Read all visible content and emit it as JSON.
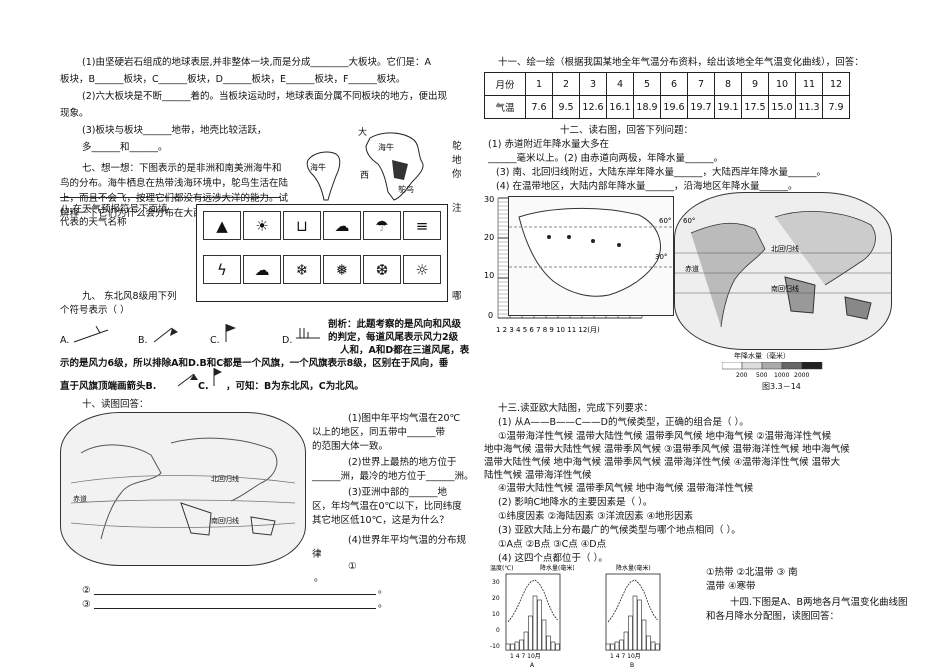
{
  "left": {
    "q6_1a": "(1)由坚硬岩石组成的地球表层,并非整体一块,而是分成________大板块。它们是：A",
    "q6_1b": "板块，B______板块，C______板块，D______板块，E______板块，F______板块。",
    "q6_2a": "(2)六大板块是不断______着的。当板块运动时，地球表面分属不同板块的地方，便出现",
    "q6_2b": "现象。",
    "q6_3a": "(3)板块与板块______地带，地壳比较活跃，",
    "q6_3b": "多______和______。",
    "q7_a": "七、想一想：下图表示的是非洲和南美洲海牛和",
    "q7_b": "鸟的分布。海牛栖息在热带浅海环境中，鸵鸟生活在陆",
    "q7_c": "上，而且不会飞，按理它们都没有远涉大洋的能力。试",
    "q7_d": "解释一下它们为什么会分布在大西洋的两岸？",
    "map7_labels": [
      "大",
      "海牛",
      "西",
      "海牛",
      "鸵鸟",
      "鸵"
    ],
    "side_chars": [
      "鸵",
      "地",
      "你",
      "注",
      "哪"
    ],
    "q8_a": "八.在天气预报符号下面填",
    "q8_b": "代表的天气名称",
    "q9_a": "九、  东北风8级用下列",
    "q9_b": "个符号表示（      ）",
    "q9_opts": [
      "A.",
      "B.",
      "C.",
      "D."
    ],
    "q9_exp_a": "剖析：此题考察的是风向和风级",
    "q9_exp_b": "的判定，每道风尾表示风力2级",
    "q9_exp_c": "人和，A和D都在三道风尾，表",
    "q9_exp_d": "示的是风力6级，所以排除A和D.B和C都是一个风旗，一个风旗表示8级，区别在于风向，垂",
    "q9_exp_e": "直于风旗顶端画箭头B.",
    "q9_exp_f": "C.",
    "q9_exp_g": "，可知：B为东北风，C为北风。",
    "q10_title": "十、读图回答：",
    "q10_1a": "(1)图中年平均气温在20℃",
    "q10_1b": "以上的地区，同五带中______带",
    "q10_1c": "的范围大体一致。",
    "q10_2a": "(2)世界上最热的地方位于",
    "q10_2b": "______洲，最冷的地方位于______洲。",
    "q10_3a": "(3)亚洲中部的______地",
    "q10_3b": "区，年均气温在0℃以下，比同纬度",
    "q10_3c": "其它地区低10℃，这是为什么？",
    "q10_4a": "(4)世界年平均气温的分布规",
    "q10_4b": "律",
    "q10_4c": "①",
    "q10_4d": "。",
    "q10_4e": "②",
    "q10_4f": "③",
    "map10_labels": [
      "北回归线",
      "赤道",
      "南回归线"
    ]
  },
  "right": {
    "q11_title": "十一、绘一绘（根据我国某地全年气温分布资料，绘出该地全年气温变化曲线），回答：",
    "table_head": "月份",
    "table_row2": "气温",
    "months": [
      "1",
      "2",
      "3",
      "4",
      "5",
      "6",
      "7",
      "8",
      "9",
      "10",
      "11",
      "12"
    ],
    "temps": [
      "7.6",
      "9.5",
      "12.6",
      "16.1",
      "18.9",
      "19.6",
      "19.7",
      "19.1",
      "17.5",
      "15.0",
      "11.3",
      "7.9"
    ],
    "q12_title": "十二、读右图，回答下列问题：",
    "q12_1a": "(1) 赤道附近年降水量大多在",
    "q12_1b": "______毫米以上。(2) 由赤道向两极，年降水量______。",
    "q12_3": "(3) 南、北回归线附近，大陆东岸年降水量______，大陆西岸年降水量______。",
    "q12_4": "(4) 在温带地区，大陆内部年降水量______，沿海地区年降水量______。",
    "grid_y": [
      "30",
      "20",
      "10",
      "0"
    ],
    "grid_x": "1 2 3 4 5 6 7 8 9 10 11 12(月)",
    "map12_labels": [
      "60°",
      "30°",
      "北回归线",
      "赤道",
      "南回归线",
      "60°"
    ],
    "legend_title": "年降水量（毫米）",
    "legend_vals": [
      "200",
      "500",
      "1000",
      "2000"
    ],
    "fig_caption": "图3.3－14",
    "q13_title": "十三.读亚欧大陆图，完成下列要求：",
    "q13_1": "(1) 从A——B——C——D的气候类型，正确的组合是（      ）。",
    "q13_opt1": "①温带海洋性气候  温带大陆性气候  温带季风气候  地中海气候  ②温带海洋性气候",
    "q13_opt2": "地中海气候  温带大陆性气候  温带季风气候  ③温带季风气候  温带海洋性气候  地中海气候",
    "q13_opt3": "温带大陆性气候  地中海气候  温带季风气候  温带海洋性气候  ④温带海洋性气候  温带大",
    "q13_opt4": "陆性气候  温带海洋性气候",
    "q13_opt5": "④温带大陆性气候  温带季风气候  地中海气候  温带海洋性气候",
    "q13_2": "(2) 影响C地降水的主要因素是（      ）。",
    "q13_2opts": "①纬度因素        ②海陆因素        ③洋流因素        ④地形因素",
    "q13_3": "(3) 亚欧大陆上分布最广的气候类型与哪个地点相同（      ）。",
    "q13_3opts": "①A点              ②B点              ③C点              ④D点",
    "q13_4": "(4) 这四个点都位于（      ）。",
    "q13_4a": "①热带              ②北温带              ③  南",
    "q13_4b": "温带      ④寒带",
    "q14_a": "十四.下图是A、B两地各月气温变化曲线图",
    "q14_b": "和各月降水分配图，读图回答：",
    "chartA_y1": "温度(℃)",
    "chartA_y2": "降水量(毫米)",
    "chartA_ticks": [
      "30",
      "20",
      "10",
      "0",
      "-10"
    ],
    "chartA_x": "1  4  7  10月",
    "chartA_label": "A",
    "chartB_y": "降水量(毫米)",
    "chartB_x": "1  4  7  10月",
    "chartB_label": "B"
  }
}
